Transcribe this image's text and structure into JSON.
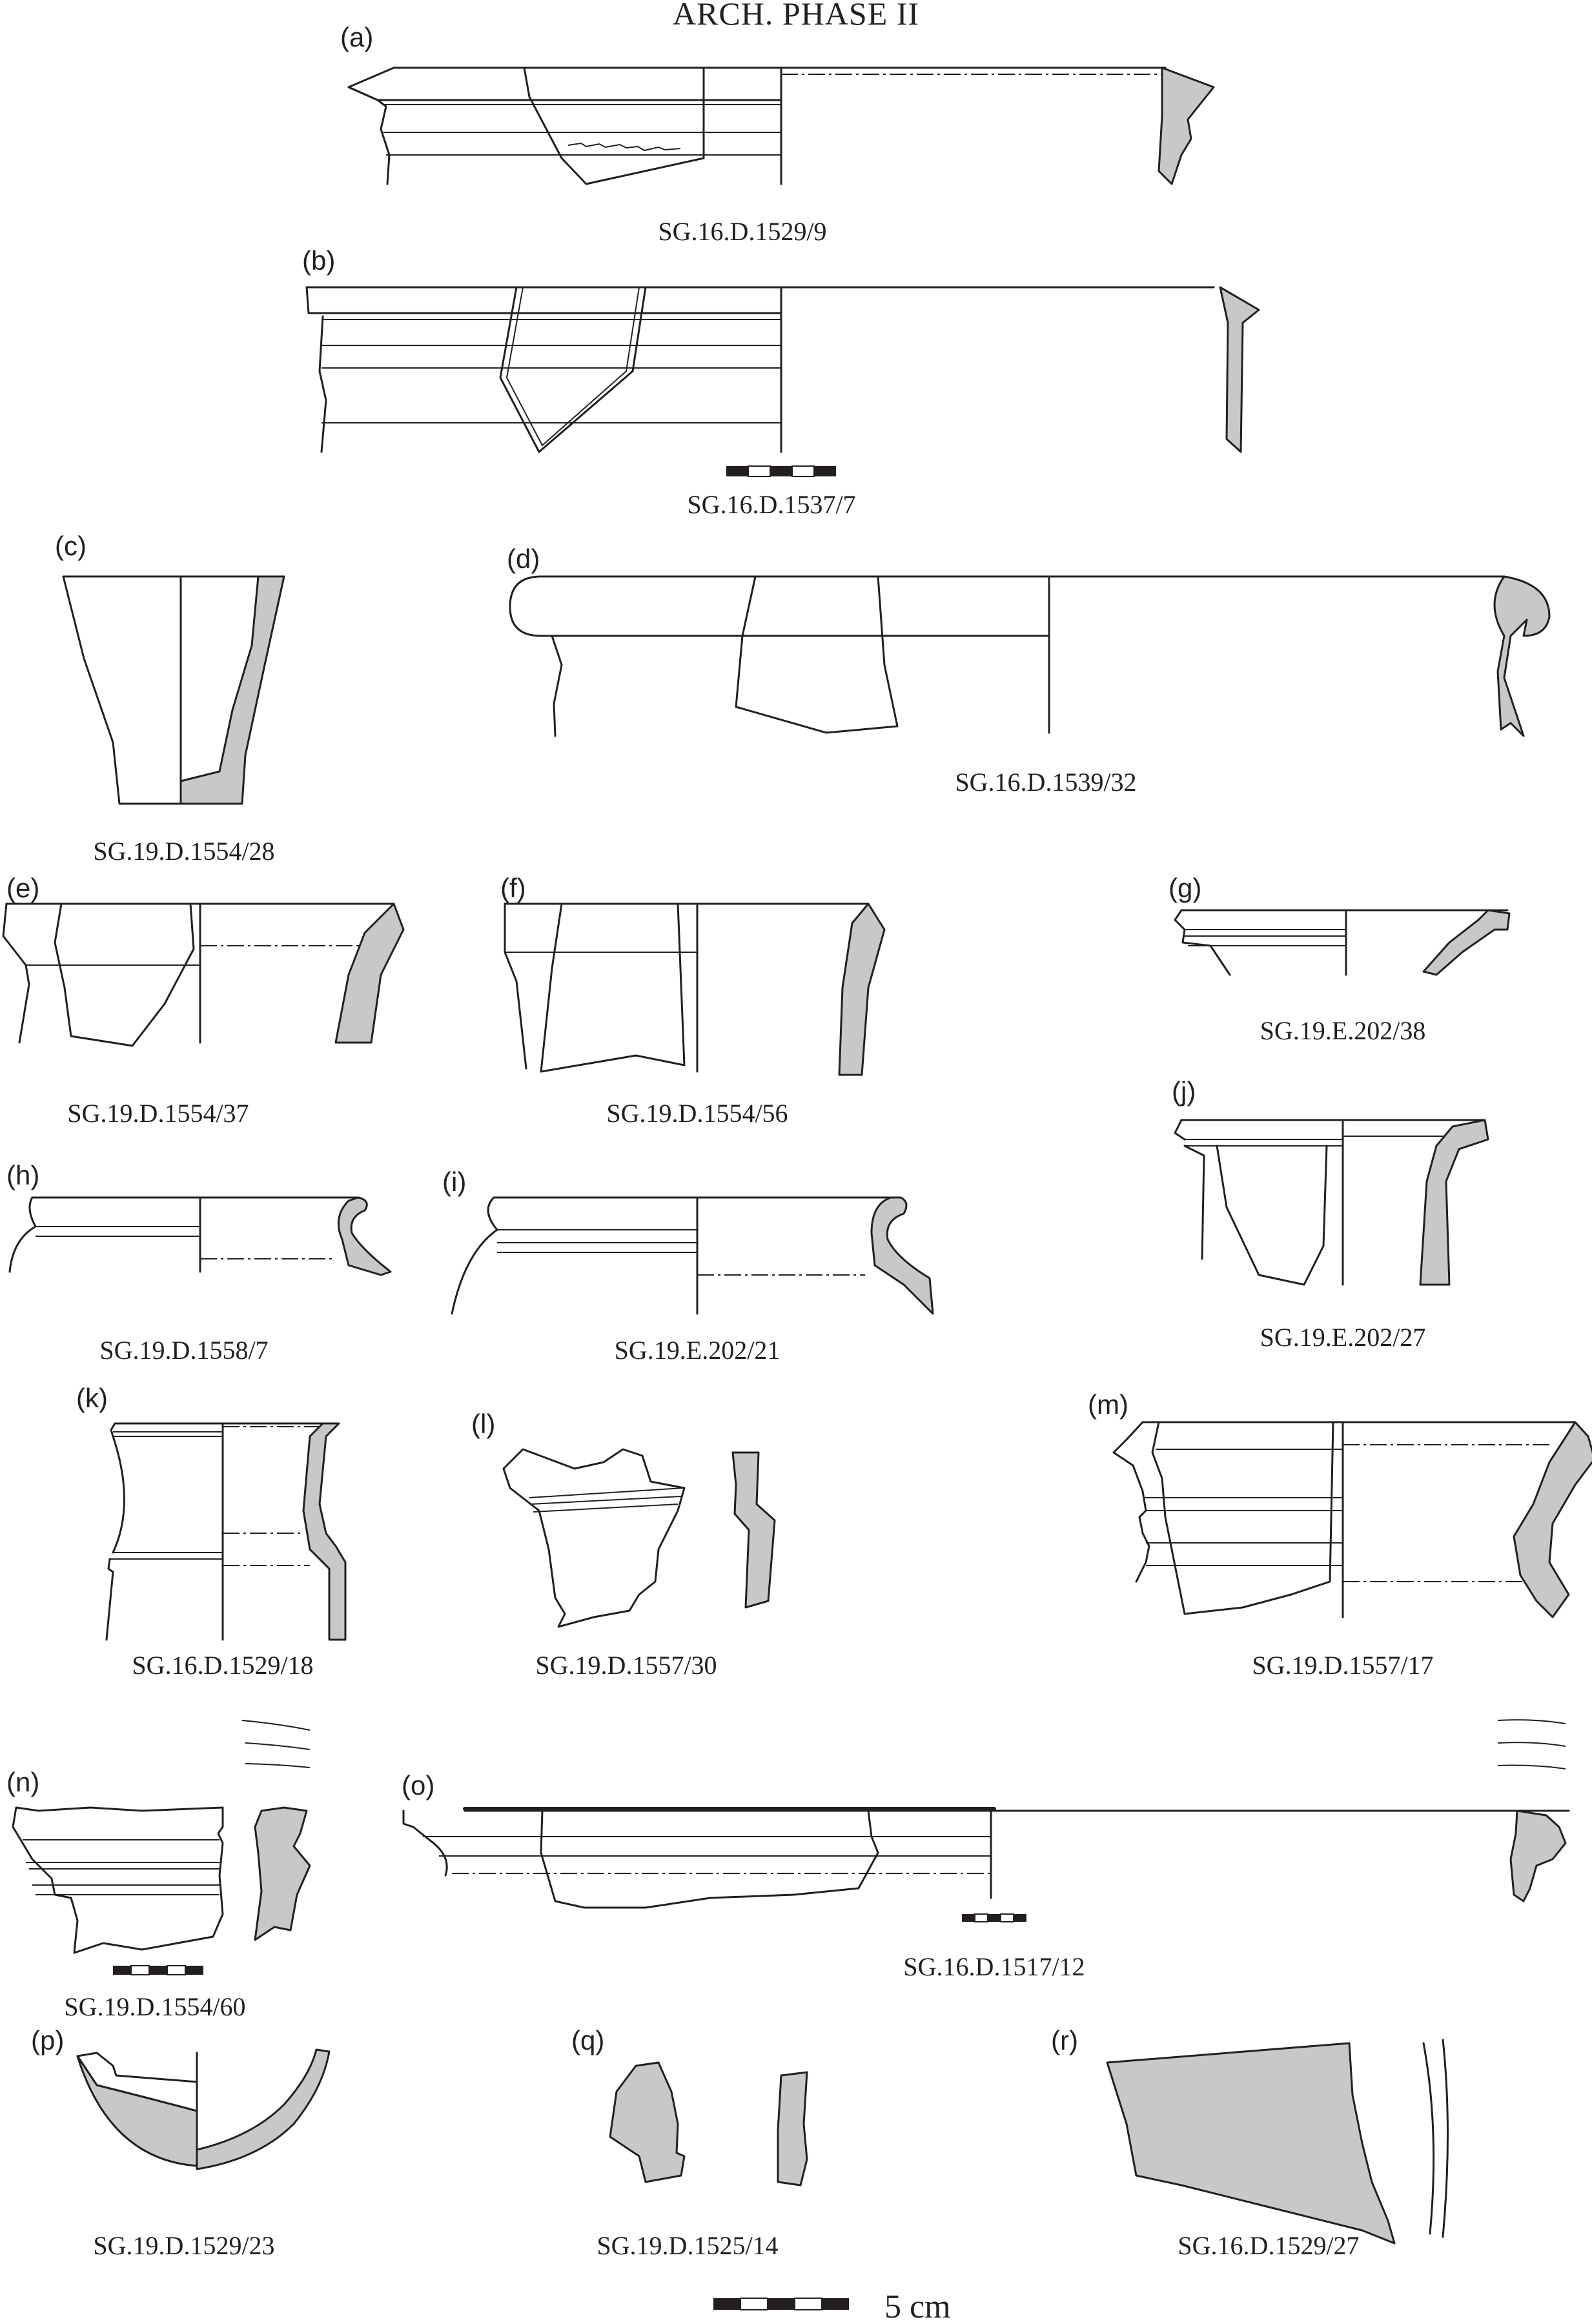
{
  "title": "ARCH. PHASE II",
  "scale_bar": {
    "label": "5 cm"
  },
  "drawings": [
    {
      "letter": "(a)",
      "code": "SG.16.D.1529/9"
    },
    {
      "letter": "(b)",
      "code": "SG.16.D.1537/7"
    },
    {
      "letter": "(c)",
      "code": "SG.19.D.1554/28"
    },
    {
      "letter": "(d)",
      "code": "SG.16.D.1539/32"
    },
    {
      "letter": "(e)",
      "code": "SG.19.D.1554/37"
    },
    {
      "letter": "(f)",
      "code": "SG.19.D.1554/56"
    },
    {
      "letter": "(g)",
      "code": "SG.19.E.202/38"
    },
    {
      "letter": "(h)",
      "code": "SG.19.D.1558/7"
    },
    {
      "letter": "(i)",
      "code": "SG.19.E.202/21"
    },
    {
      "letter": "(j)",
      "code": "SG.19.E.202/27"
    },
    {
      "letter": "(k)",
      "code": "SG.16.D.1529/18"
    },
    {
      "letter": "(l)",
      "code": "SG.19.D.1557/30"
    },
    {
      "letter": "(m)",
      "code": "SG.19.D.1557/17"
    },
    {
      "letter": "(n)",
      "code": "SG.19.D.1554/60"
    },
    {
      "letter": "(o)",
      "code": "SG.16.D.1517/12"
    },
    {
      "letter": "(p)",
      "code": "SG.19.D.1529/23"
    },
    {
      "letter": "(q)",
      "code": "SG.19.D.1525/14"
    },
    {
      "letter": "(r)",
      "code": "SG.16.D.1529/27"
    }
  ]
}
